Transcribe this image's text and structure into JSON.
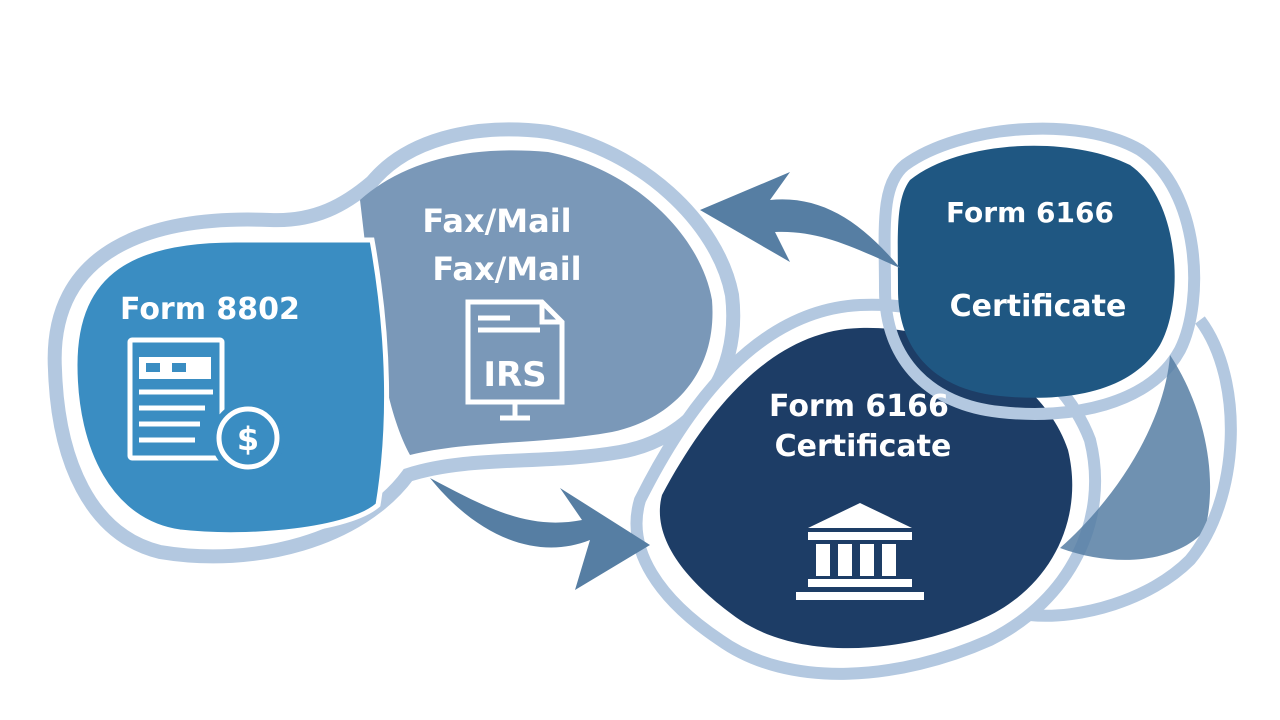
{
  "steps": [
    {
      "id": "form-8802",
      "label": "Form 8802",
      "icon": "form-dollar-icon",
      "color": "#3a8dc2"
    },
    {
      "id": "fax-mail",
      "label_lines": [
        "Fax/Mail",
        "Fax/Mail"
      ],
      "icon": "irs-document-icon",
      "icon_text": "IRS",
      "color": "#7a98b8"
    },
    {
      "id": "form-6166-certificate",
      "label_lines": [
        "Form 6166",
        "Certificate"
      ],
      "icon": "bank-building-icon",
      "color": "#1d3d66"
    },
    {
      "id": "form-6166-top",
      "label_lines": [
        "Form 6166",
        "Certificate"
      ],
      "color": "#1f5782"
    }
  ],
  "colors": {
    "outline": "#b3c8e0",
    "arrow": "#567ea3",
    "text": "#ffffff"
  }
}
